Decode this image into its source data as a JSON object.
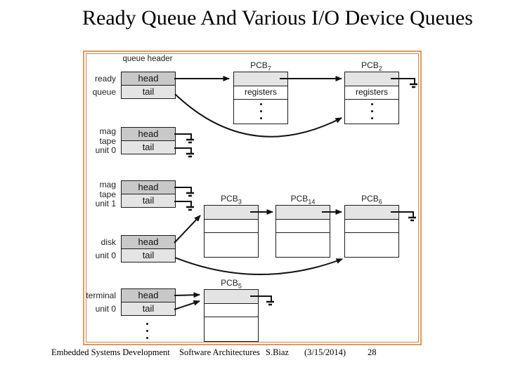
{
  "slide": {
    "title": "Ready Queue And Various I/O Device Queues",
    "footer": {
      "course": "Embedded Systems Development",
      "section": "Software Architectures",
      "author": "S.Biaz",
      "date": "(3/15/2014)",
      "page": "28"
    }
  },
  "diagram": {
    "queue_header_label": "queue header",
    "queues": [
      {
        "name": "ready queue",
        "label_lines": [
          "ready",
          "queue"
        ],
        "head_label": "head",
        "tail_label": "tail"
      },
      {
        "name": "mag tape unit 0",
        "label_lines": [
          "mag",
          "tape",
          "unit 0"
        ],
        "head_label": "head",
        "tail_label": "tail"
      },
      {
        "name": "mag tape unit 1",
        "label_lines": [
          "mag",
          "tape",
          "unit 1"
        ],
        "head_label": "head",
        "tail_label": "tail"
      },
      {
        "name": "disk unit 0",
        "label_lines": [
          "disk",
          "unit 0"
        ],
        "head_label": "head",
        "tail_label": "tail"
      },
      {
        "name": "terminal unit 0",
        "label_lines": [
          "terminal",
          "unit 0"
        ],
        "head_label": "head",
        "tail_label": "tail"
      }
    ],
    "pcbs": [
      {
        "base": "PCB",
        "sub": "7",
        "register_label": "registers"
      },
      {
        "base": "PCB",
        "sub": "2",
        "register_label": "registers"
      },
      {
        "base": "PCB",
        "sub": "3",
        "register_label": ""
      },
      {
        "base": "PCB",
        "sub": "14",
        "register_label": ""
      },
      {
        "base": "PCB",
        "sub": "6",
        "register_label": ""
      },
      {
        "base": "PCB",
        "sub": "5",
        "register_label": ""
      }
    ],
    "colors": {
      "frame_orange": "#e09a5c",
      "frame_orange2": "#d2823f",
      "head_fill": "#c8c8c8",
      "tail_fill": "#e4e4e4",
      "ptr_fill": "#e4e4e4"
    }
  }
}
